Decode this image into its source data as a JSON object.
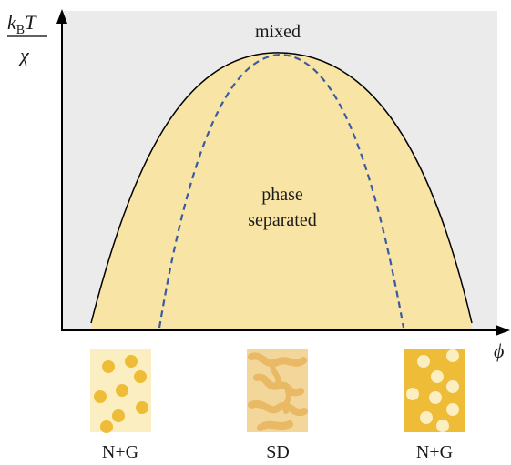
{
  "colors": {
    "background": "#ebebeb",
    "two_phase_fill": "#f8e4a4",
    "binodal_stroke": "#000000",
    "spinodal_stroke": "#3b5aa3",
    "axis": "#000000",
    "droplet_dark": "#efbc38",
    "droplet_light": "#fbeec0",
    "sd_light": "#f3d69a",
    "sd_dark": "#e9b965"
  },
  "axes": {
    "y_label_top_main": "k",
    "y_label_top_sub": "B",
    "y_label_top_T": "T",
    "y_label_bottom": "χ",
    "x_label": "ϕ"
  },
  "regions": {
    "mixed": "mixed",
    "phase_separated_line1": "phase",
    "phase_separated_line2": "separated"
  },
  "insets": [
    {
      "label": "N+G",
      "kind": "droplets-dense",
      "icon": "dense-droplets-in-dilute-icon"
    },
    {
      "label": "SD",
      "kind": "spinodal",
      "icon": "bicontinuous-pattern-icon"
    },
    {
      "label": "N+G",
      "kind": "droplets-dilute",
      "icon": "dilute-droplets-in-dense-icon"
    }
  ]
}
